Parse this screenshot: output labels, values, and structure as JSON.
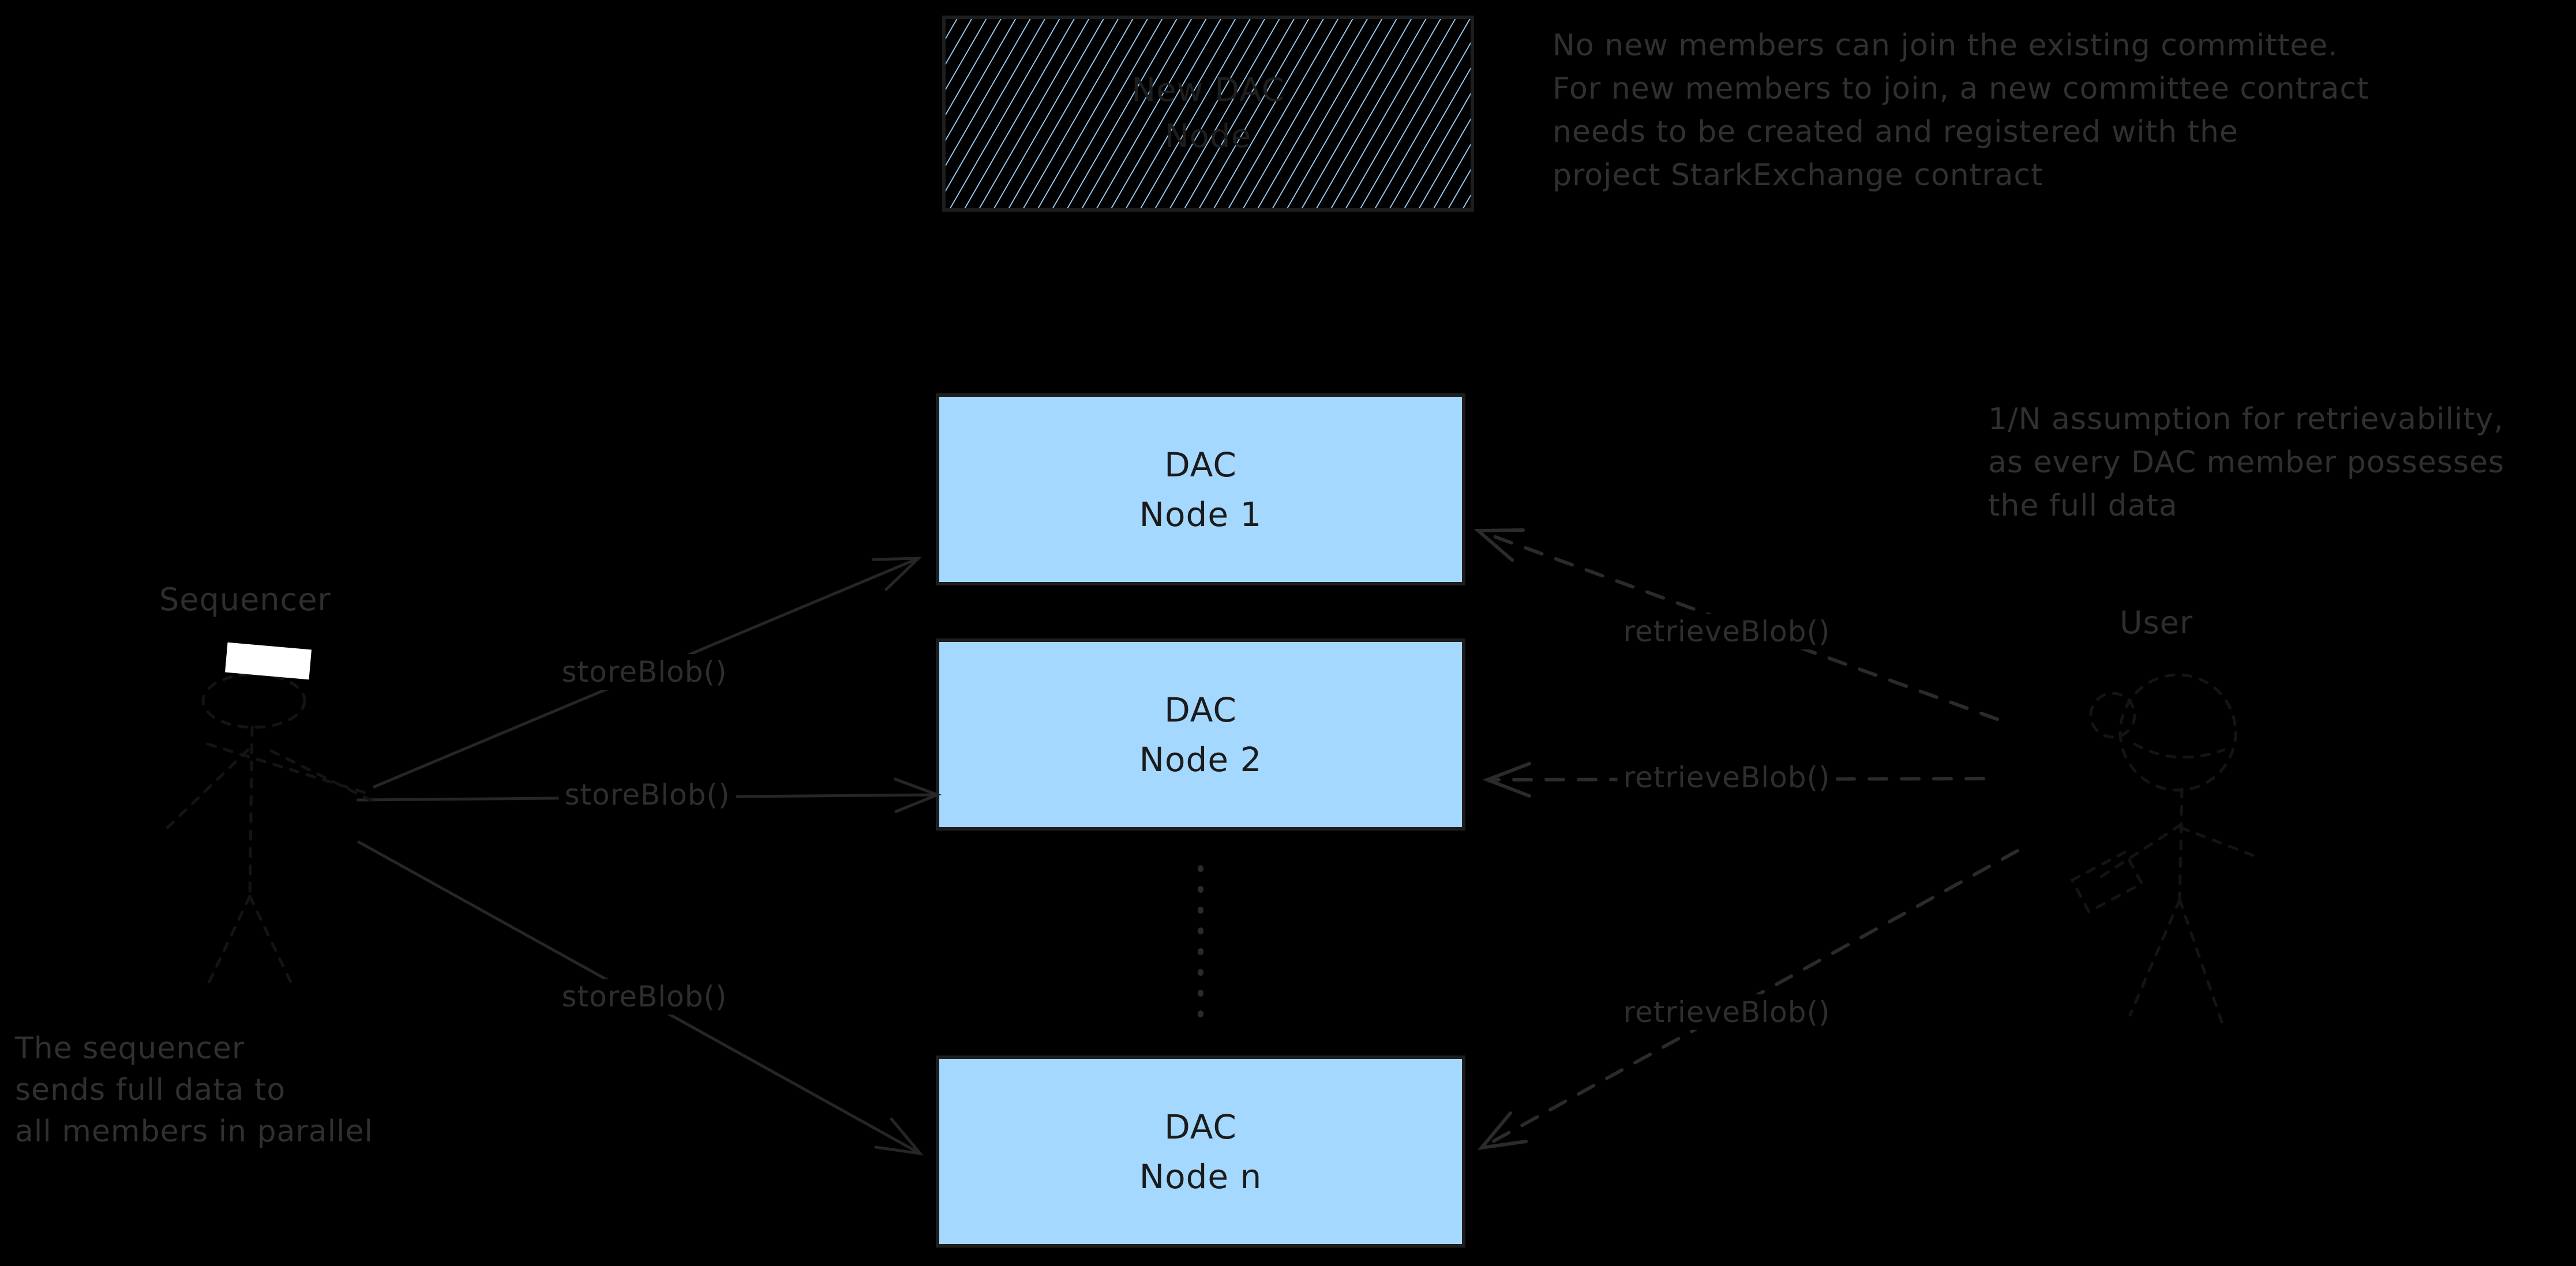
{
  "canvas": {
    "background": "#000000"
  },
  "colors": {
    "node_fill": "#a5d8ff",
    "node_border": "#1e1e1e",
    "node_text": "#1b1b1b",
    "hatch_line": "#a5d8ff",
    "annotation_text": "#303030",
    "solid_arrow": "#262626",
    "dashed_arrow": "#2b2b2b",
    "figure_stroke": "#141414",
    "hat_fill": "#ffffff"
  },
  "boxes": {
    "new_dac": {
      "label": "New DAC\nNode"
    },
    "nodes": [
      {
        "label": "DAC\nNode 1"
      },
      {
        "label": "DAC\nNode 2"
      },
      {
        "label": "DAC\nNode n"
      }
    ]
  },
  "actors": {
    "sequencer": "Sequencer",
    "user": "User"
  },
  "arrows": {
    "store_label": "storeBlob()",
    "retrieve_label": "retrieveBlob()"
  },
  "notes": {
    "committee": "No new members can join the existing committee.\nFor new members to join, a new committee contract\nneeds to be created and registered with the\nproject StarkExchange contract",
    "retrievability": "1/N assumption for retrievability,\nas every DAC member possesses\nthe full data",
    "sequencer": "The sequencer\nsends full data to\nall members in parallel"
  }
}
